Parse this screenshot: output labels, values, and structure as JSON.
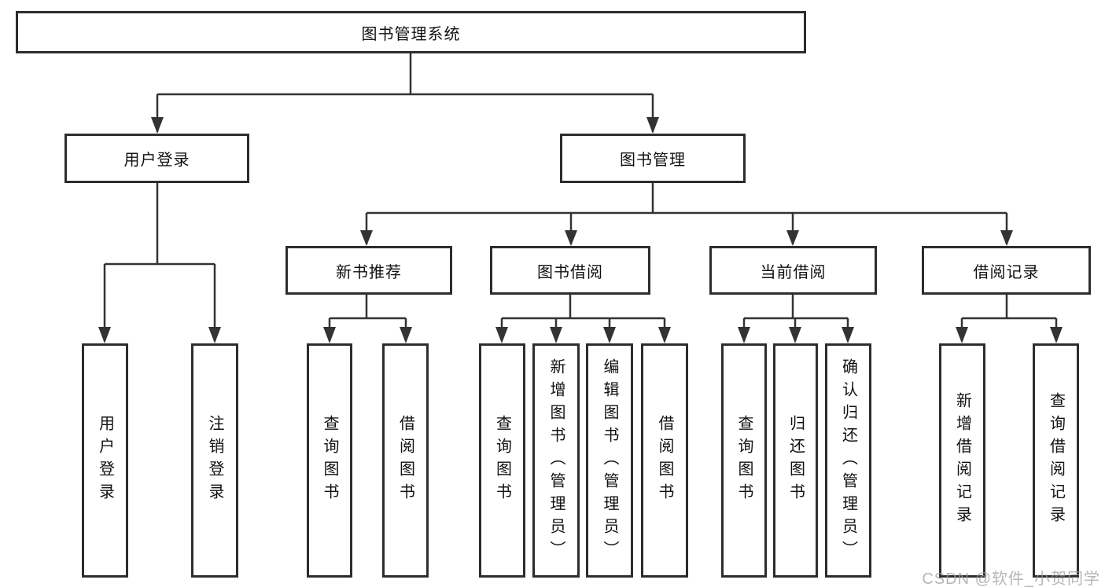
{
  "colors": {
    "line": "#333333",
    "box_border": "#2d2d2d",
    "text": "#111111",
    "watermark": "#9e9e9e",
    "background": "#ffffff"
  },
  "nodes": {
    "root": "图书管理系统",
    "level2": [
      "用户登录",
      "图书管理"
    ],
    "level3": [
      "新书推荐",
      "图书借阅",
      "当前借阅",
      "借阅记录"
    ],
    "leaves_user_login": [
      "用户登录",
      "注销登录"
    ],
    "leaves_new_book": [
      "查询图书",
      "借阅图书"
    ],
    "leaves_book_borrow": [
      "查询图书",
      "新增图书（管理员）",
      "编辑图书（管理员）",
      "借阅图书"
    ],
    "leaves_current_borrow": [
      "查询图书",
      "归还图书",
      "确认归还（管理员）"
    ],
    "leaves_records": [
      "新增借阅记录",
      "查询借阅记录"
    ]
  },
  "watermark": "CSDN @软件_小贺同学"
}
